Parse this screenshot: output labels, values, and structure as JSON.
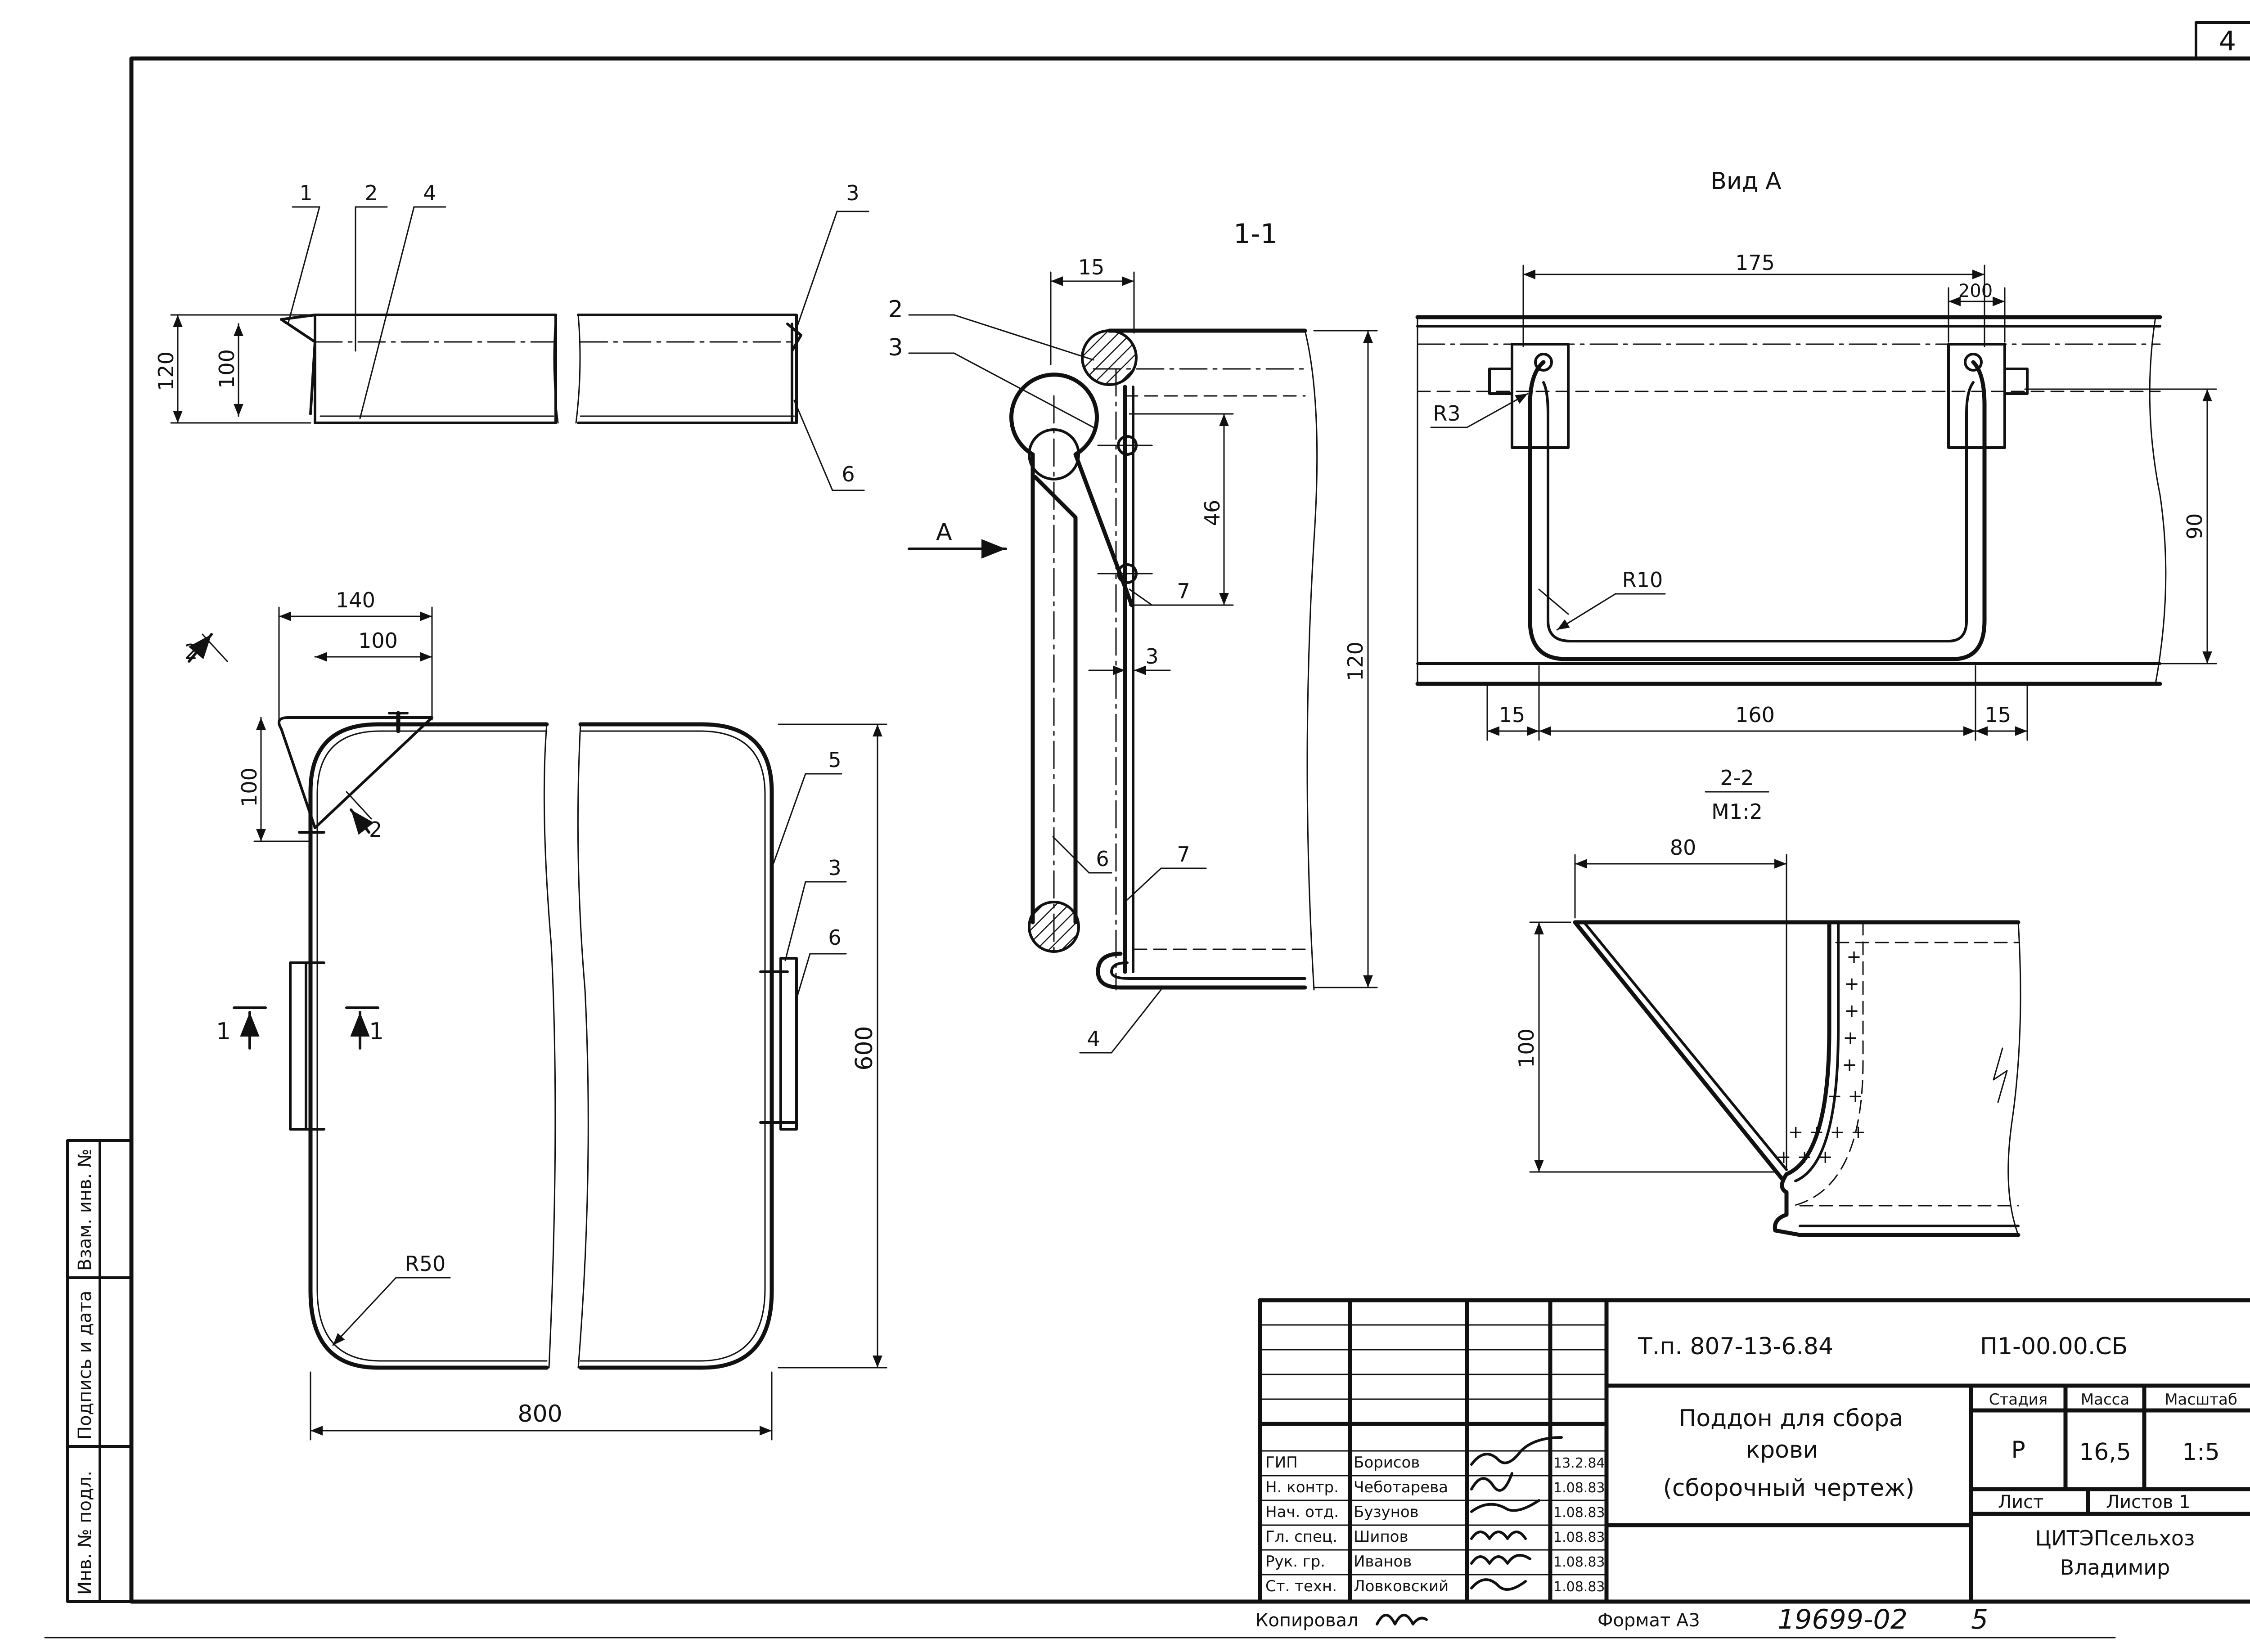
{
  "sheet": {
    "number": "4"
  },
  "views": {
    "section_1_1": {
      "title": "1-1",
      "view_arrow_label": "A"
    },
    "view_a": {
      "title": "Вид А"
    },
    "section_2_2": {
      "title": "2-2",
      "scale": "М1:2"
    }
  },
  "dimensions": {
    "top_view": {
      "h120": "120",
      "h100": "100"
    },
    "plan": {
      "d140": "140",
      "d100": "100",
      "d100v": "100",
      "d600": "600",
      "d800": "800",
      "r50": "R50"
    },
    "sec11": {
      "d15": "15",
      "d46": "46",
      "d3": "3",
      "d120": "120"
    },
    "viewA": {
      "d175": "175",
      "d200": "200",
      "d90": "90",
      "d15l": "15",
      "d160": "160",
      "d15r": "15",
      "r3": "R3",
      "r10": "R10"
    },
    "sec22": {
      "d80": "80",
      "d100": "100"
    }
  },
  "callouts": {
    "top": [
      "1",
      "2",
      "4",
      "3",
      "6"
    ],
    "plan": [
      "5",
      "3",
      "6"
    ],
    "sec11": [
      "2",
      "3",
      "7",
      "6",
      "7",
      "4"
    ],
    "section_marks": {
      "s1": "1",
      "s2": "2"
    }
  },
  "title_block": {
    "designation": "Т.п. 807-13-6.84",
    "code": "П1-00.00.СБ",
    "name_line1": "Поддон для сбора",
    "name_line2": "крови",
    "name_line3": "(сборочный чертеж)",
    "hdr_stage": "Стадия",
    "hdr_mass": "Масса",
    "hdr_scale": "Масштаб",
    "stage": "Р",
    "mass": "16,5",
    "scale": "1:5",
    "sheet_label": "Лист",
    "sheets_label": "Листов 1",
    "org_line1": "ЦИТЭПсельхоз",
    "org_line2": "Владимир",
    "roles": [
      {
        "role": "ГИП",
        "name": "Борисов",
        "date": "13.2.84"
      },
      {
        "role": "Н. контр.",
        "name": "Чеботарева",
        "date": "1.08.83"
      },
      {
        "role": "Нач. отд.",
        "name": "Бузунов",
        "date": "1.08.83"
      },
      {
        "role": "Гл. спец.",
        "name": "Шипов",
        "date": "1.08.83"
      },
      {
        "role": "Рук. гр.",
        "name": "Иванов",
        "date": "1.08.83"
      },
      {
        "role": "Ст. техн.",
        "name": "Ловковский",
        "date": "1.08.83"
      }
    ]
  },
  "left_stamp": {
    "c1": "Инв. № подл.",
    "c2": "Подпись и дата",
    "c3": "Взам. инв. №"
  },
  "footer": {
    "copied": "Копировал",
    "format": "Формат А3",
    "number": "19699-02",
    "sheet": "5"
  }
}
